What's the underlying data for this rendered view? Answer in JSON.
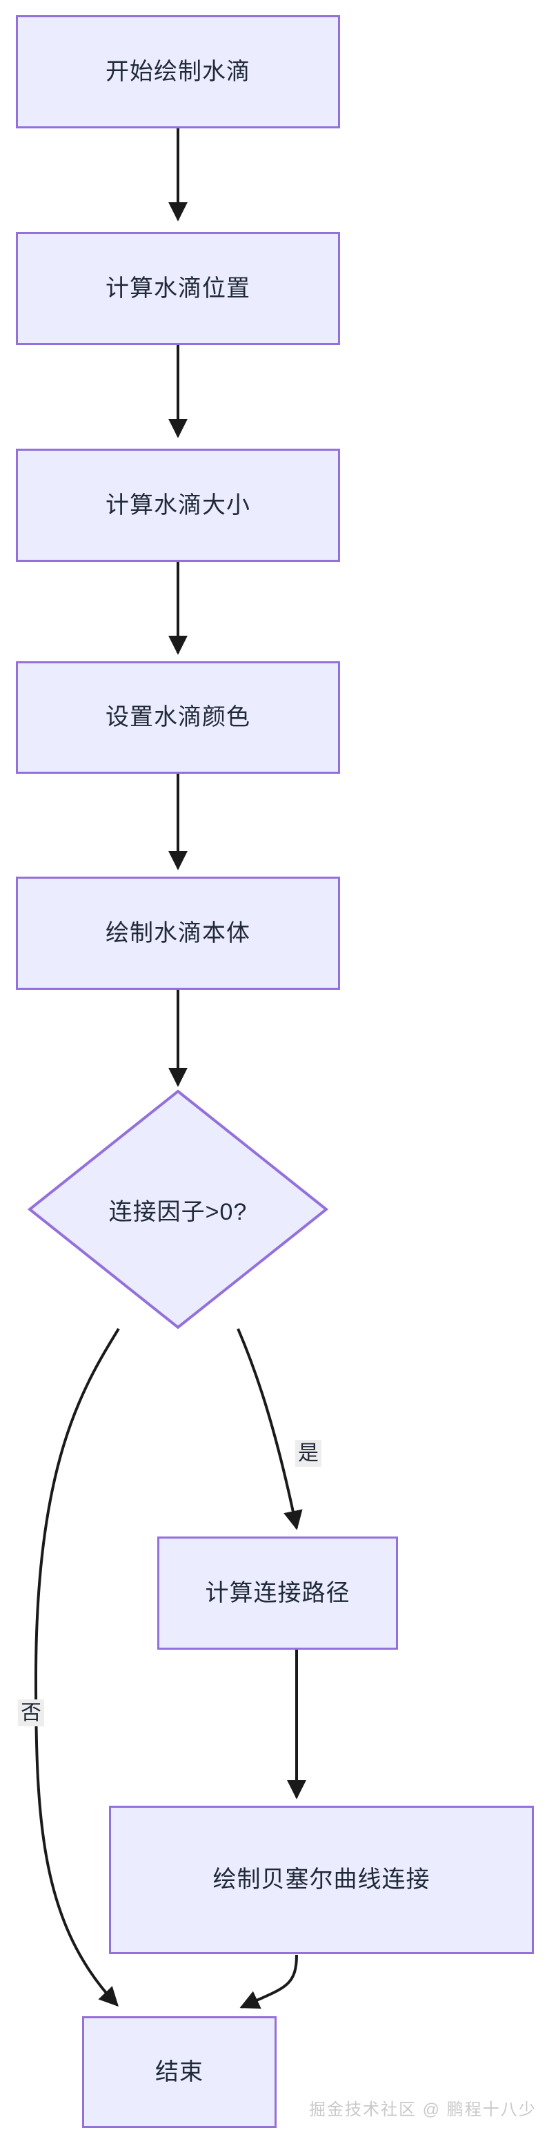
{
  "diagram": {
    "type": "flowchart",
    "direction": "top-to-bottom",
    "theme": {
      "node_fill": "#ececff",
      "node_stroke": "#9370db",
      "text_color": "#1f2937",
      "edge_color": "#1a1a1a",
      "edge_label_bg": "#ededed",
      "canvas_bg": "#ffffff",
      "watermark_color": "#c9c9c9"
    },
    "nodes": [
      {
        "id": "start",
        "shape": "rect",
        "label": "开始绘制水滴"
      },
      {
        "id": "pos",
        "shape": "rect",
        "label": "计算水滴位置"
      },
      {
        "id": "size",
        "shape": "rect",
        "label": "计算水滴大小"
      },
      {
        "id": "color",
        "shape": "rect",
        "label": "设置水滴颜色"
      },
      {
        "id": "body",
        "shape": "rect",
        "label": "绘制水滴本体"
      },
      {
        "id": "decision",
        "shape": "diamond",
        "label": "连接因子>0?"
      },
      {
        "id": "path",
        "shape": "rect",
        "label": "计算连接路径"
      },
      {
        "id": "bezier",
        "shape": "rect",
        "label": "绘制贝塞尔曲线连接"
      },
      {
        "id": "end",
        "shape": "rect",
        "label": "结束"
      }
    ],
    "edges": [
      {
        "from": "start",
        "to": "pos",
        "label": ""
      },
      {
        "from": "pos",
        "to": "size",
        "label": ""
      },
      {
        "from": "size",
        "to": "color",
        "label": ""
      },
      {
        "from": "color",
        "to": "body",
        "label": ""
      },
      {
        "from": "body",
        "to": "decision",
        "label": ""
      },
      {
        "from": "decision",
        "to": "path",
        "label": "是"
      },
      {
        "from": "decision",
        "to": "end",
        "label": "否"
      },
      {
        "from": "path",
        "to": "bezier",
        "label": ""
      },
      {
        "from": "bezier",
        "to": "end",
        "label": ""
      }
    ],
    "edge_labels": {
      "yes": "是",
      "no": "否"
    },
    "watermark": "掘金技术社区 @ 鹏程十八少"
  }
}
